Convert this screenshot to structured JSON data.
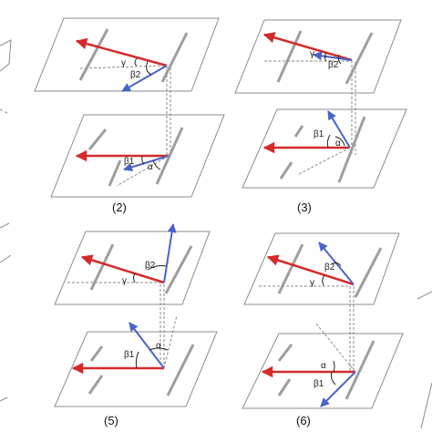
{
  "colors": {
    "red_vector": "#d42a2a",
    "blue_vector": "#4a63c9",
    "plane_stroke": "#8c8c8c",
    "gray_bar": "#9e9e9e",
    "dashed": "#8a8a8a"
  },
  "panels": [
    {
      "caption": "(2)",
      "upper_labels": {
        "gamma": "γ",
        "beta2": "β2"
      },
      "lower_labels": {
        "beta1": "β1",
        "alpha": "α"
      }
    },
    {
      "caption": "(3)",
      "upper_labels": {
        "gamma": "γ",
        "beta2": "β2"
      },
      "lower_labels": {
        "beta1": "β1",
        "alpha": "α"
      }
    },
    {
      "caption": "(5)",
      "upper_labels": {
        "gamma": "γ",
        "beta2": "β2"
      },
      "lower_labels": {
        "beta1": "β1",
        "alpha": "α"
      }
    },
    {
      "caption": "(6)",
      "upper_labels": {
        "gamma": "γ",
        "beta2": "β2"
      },
      "lower_labels": {
        "beta1": "β1",
        "alpha": "α"
      }
    }
  ]
}
